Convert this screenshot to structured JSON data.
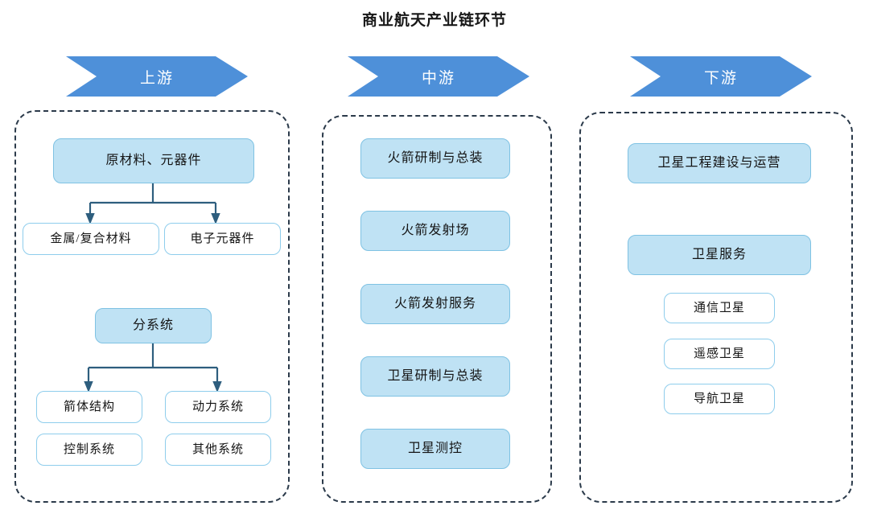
{
  "title": "商业航天产业链环节",
  "theme": {
    "banner_blue": "#4E90D9",
    "node_fill": "#BFE2F4",
    "node_fill_border": "#7FC2E3",
    "node_hollow_border": "#8ECDEC",
    "container_dash": "#2B3A4A",
    "connector": "#2E5E7E",
    "text": "#141414",
    "background": "#FFFFFF"
  },
  "stages": [
    {
      "id": "upstream",
      "banner_label": "上游",
      "nodes": [
        {
          "id": "up-raw",
          "label": "原材料、元器件",
          "style": "filled"
        },
        {
          "id": "up-metal",
          "label": "金属/复合材料",
          "style": "hollow"
        },
        {
          "id": "up-electronic",
          "label": "电子元器件",
          "style": "hollow"
        },
        {
          "id": "up-subsystem",
          "label": "分系统",
          "style": "filled"
        },
        {
          "id": "up-rocket-body",
          "label": "箭体结构",
          "style": "hollow"
        },
        {
          "id": "up-power",
          "label": "动力系统",
          "style": "hollow"
        },
        {
          "id": "up-control",
          "label": "控制系统",
          "style": "hollow"
        },
        {
          "id": "up-other",
          "label": "其他系统",
          "style": "hollow"
        }
      ]
    },
    {
      "id": "midstream",
      "banner_label": "中游",
      "nodes": [
        {
          "id": "mid-rocket-dev",
          "label": "火箭研制与总装",
          "style": "filled"
        },
        {
          "id": "mid-launch-site",
          "label": "火箭发射场",
          "style": "filled"
        },
        {
          "id": "mid-launch-service",
          "label": "火箭发射服务",
          "style": "filled"
        },
        {
          "id": "mid-sat-dev",
          "label": "卫星研制与总装",
          "style": "filled"
        },
        {
          "id": "mid-sat-tracking",
          "label": "卫星测控",
          "style": "filled"
        }
      ]
    },
    {
      "id": "downstream",
      "banner_label": "下游",
      "nodes": [
        {
          "id": "down-sat-engineering",
          "label": "卫星工程建设与运营",
          "style": "filled"
        },
        {
          "id": "down-sat-service",
          "label": "卫星服务",
          "style": "filled"
        },
        {
          "id": "down-comm-sat",
          "label": "通信卫星",
          "style": "hollow"
        },
        {
          "id": "down-remote-sat",
          "label": "遥感卫星",
          "style": "hollow"
        },
        {
          "id": "down-nav-sat",
          "label": "导航卫星",
          "style": "hollow"
        }
      ]
    }
  ],
  "connections": [
    {
      "from": "原材料、元器件",
      "to": "金属/复合材料"
    },
    {
      "from": "原材料、元器件",
      "to": "电子元器件"
    },
    {
      "from": "分系统",
      "to": "箭体结构"
    },
    {
      "from": "分系统",
      "to": "动力系统"
    }
  ]
}
